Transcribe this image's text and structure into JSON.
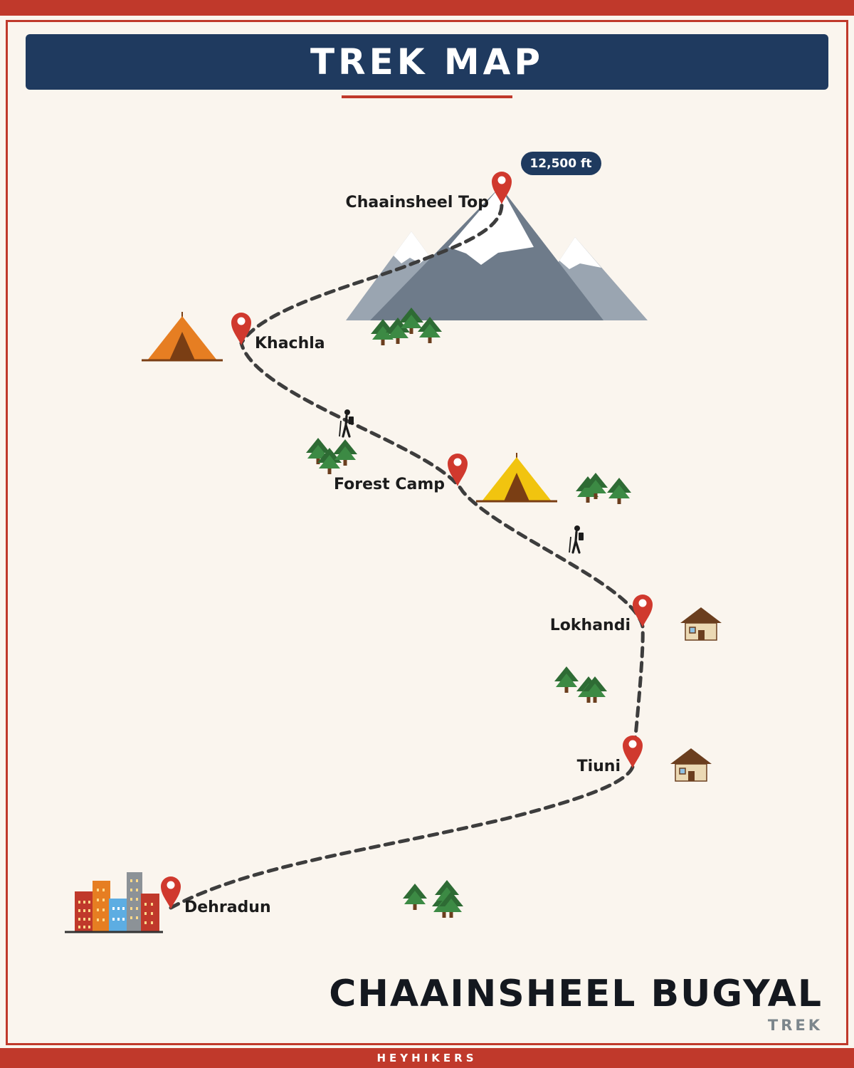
{
  "header": {
    "title": "TREK MAP"
  },
  "summit_altitude": "12,500 ft",
  "stops": [
    {
      "name": "Chaainsheel Top"
    },
    {
      "name": "Khachla"
    },
    {
      "name": "Forest Camp"
    },
    {
      "name": "Lokhandi"
    },
    {
      "name": "Tiuni"
    },
    {
      "name": "Dehradun"
    }
  ],
  "footer": {
    "trek_name": "CHAAINSHEEL BUGYAL",
    "trek_type": "TREK",
    "brand": "HEYHIKERS"
  },
  "colors": {
    "accent": "#c0392b",
    "banner": "#1f3a5f",
    "background": "#faf5ee",
    "trail": "#3d3d3d",
    "tree": "#2e6b34"
  },
  "icons": [
    "map-pin-icon",
    "mountain-icon",
    "tent-icon",
    "tree-icon",
    "hiker-icon",
    "hut-icon",
    "city-icon"
  ]
}
